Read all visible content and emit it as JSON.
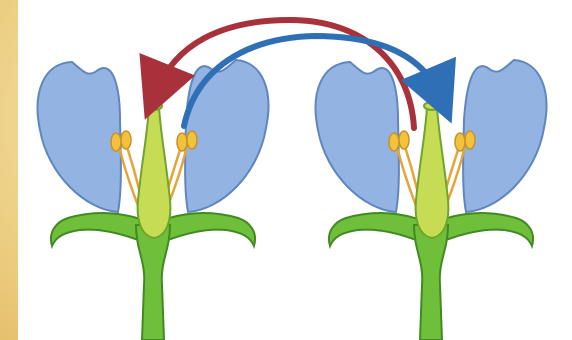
{
  "diagram": {
    "flowers": [
      {
        "name": "left-flower"
      },
      {
        "name": "right-flower"
      }
    ],
    "arrows": [
      {
        "name": "red-arrow",
        "color": "#a8323c",
        "direction": "right-to-left"
      },
      {
        "name": "blue-arrow",
        "color": "#2f6fb6",
        "direction": "left-to-right"
      }
    ],
    "colors": {
      "petal": "#93b4e2",
      "petal_edge": "#5f86bf",
      "stem": "#6fbf3a",
      "stem_edge": "#3f8a22",
      "pistil": "#c6dc54",
      "anther": "#f1c23b",
      "filament": "#e7a33a",
      "background": "#f3dc9a"
    }
  }
}
